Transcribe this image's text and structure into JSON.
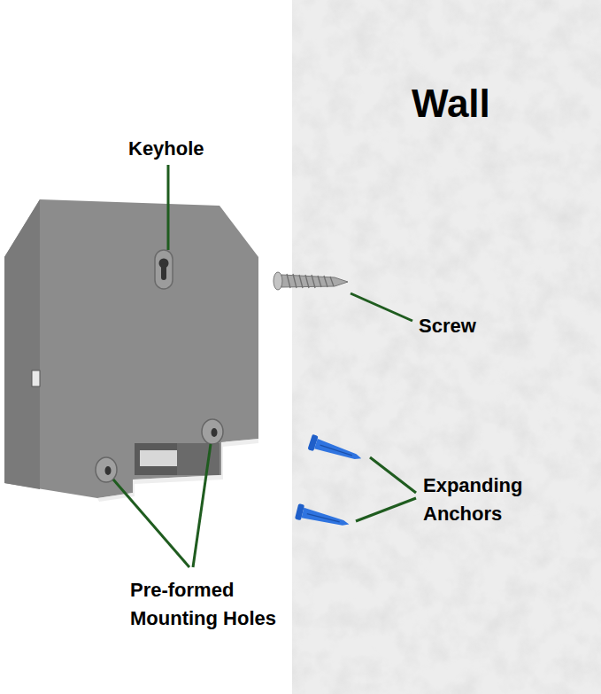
{
  "diagram": {
    "nodes": [
      {
        "text": [
          "Wall"
        ]
      }
    ],
    "labels": [
      "Keyhole",
      "Screw",
      "Expanding Anchors",
      "Pre-formed Mounting Holes"
    ]
  }
}
